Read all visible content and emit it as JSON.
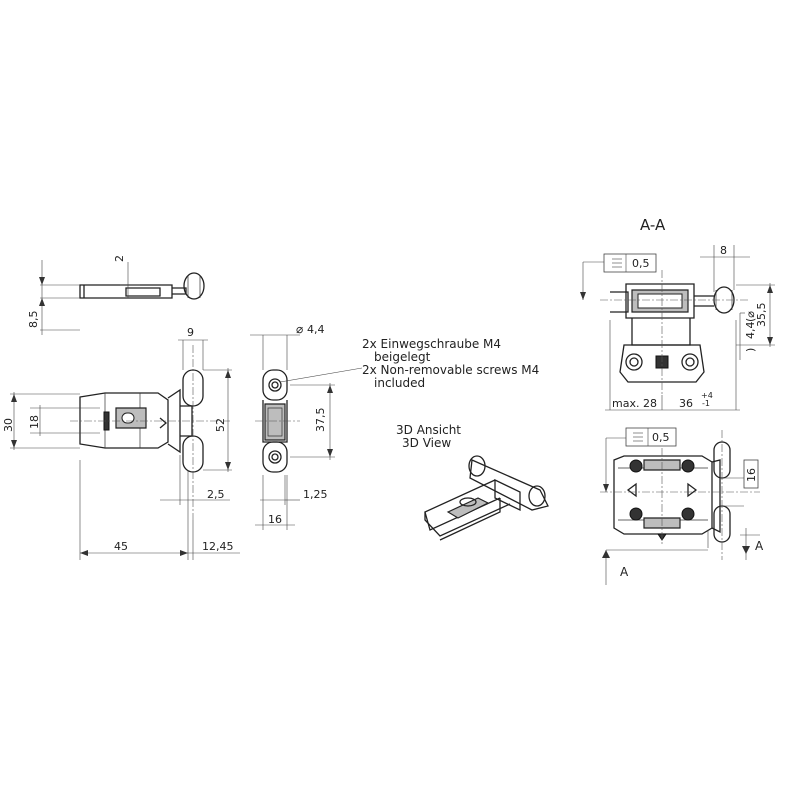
{
  "section_title": "A-A",
  "callout": {
    "line1": "2x Einwegschraube M4",
    "line2": "beigelegt",
    "line3": "2x Non-removable screws M4",
    "line4": "included"
  },
  "view_3d": {
    "line1": "3D Ansicht",
    "line2": "3D View"
  },
  "dims": {
    "d2": "2",
    "d8_5": "8,5",
    "d9": "9",
    "d30": "30",
    "d18": "18",
    "d52": "52",
    "d2_5": "2,5",
    "d45": "45",
    "d12_45": "12,45",
    "d4_4": "4,4",
    "d37_5": "37,5",
    "d1_25": "1,25",
    "d16": "16",
    "d8": "8",
    "d0_5a": "0,5",
    "d4_4b": "4,4",
    "d35_5": "35,5",
    "dmax28": "max. 28",
    "d36": "36",
    "tol_plus": "+4",
    "tol_minus": "-1",
    "d0_5b": "0,5",
    "d16b": "16"
  },
  "section_markers": {
    "left": "A",
    "right": "A"
  },
  "symbols": {
    "diameter": "diameter-symbol",
    "flatness": "flatness-symbol"
  }
}
